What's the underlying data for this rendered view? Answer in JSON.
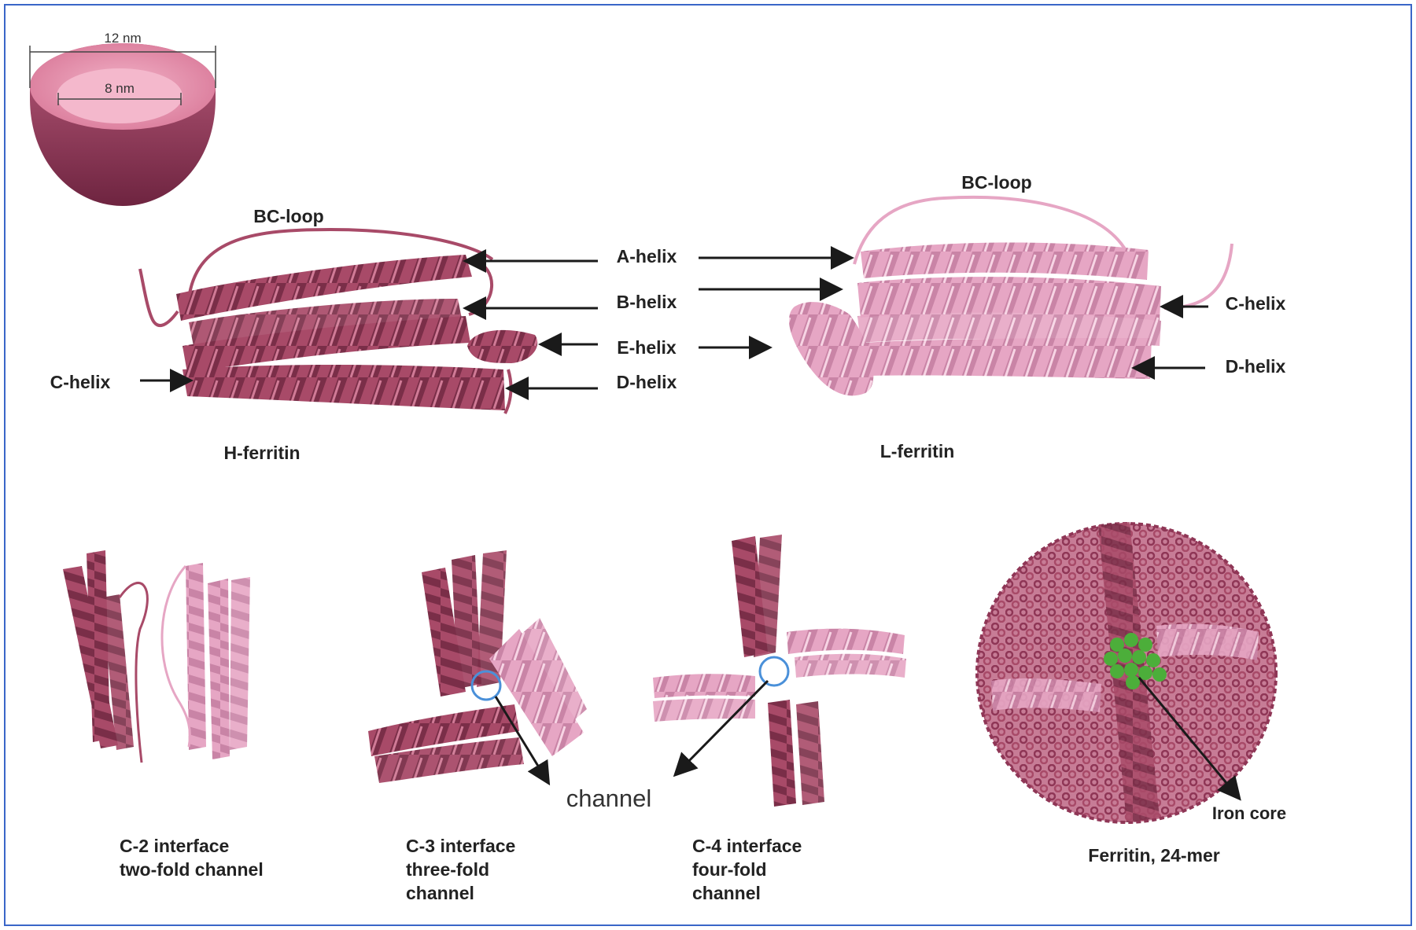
{
  "shell": {
    "diameter_outer": "12 nm",
    "diameter_inner": "8 nm"
  },
  "h_ferritin": {
    "title": "H-ferritin",
    "bc_loop": "BC-loop",
    "a_helix": "A-helix",
    "b_helix": "B-helix",
    "e_helix": "E-helix",
    "d_helix": "D-helix",
    "c_helix": "C-helix"
  },
  "l_ferritin": {
    "title": "L-ferritin",
    "bc_loop": "BC-loop",
    "c_helix": "C-helix",
    "d_helix": "D-helix"
  },
  "interfaces": {
    "c2": {
      "line1": "C-2 interface",
      "line2": "two-fold channel"
    },
    "c3": {
      "line1": "C-3 interface",
      "line2": "three-fold",
      "line3": "channel"
    },
    "c4": {
      "line1": "C-4 interface",
      "line2": "four-fold",
      "line3": "channel"
    },
    "channel_label": "channel"
  },
  "ferritin_24mer": {
    "title": "Ferritin, 24-mer",
    "iron_core": "Iron core"
  },
  "colors": {
    "h_chain": "#a84a68",
    "h_chain_dark": "#7a2e48",
    "l_chain": "#e6a6c4",
    "l_chain_dark": "#c984a6",
    "iron": "#4cae3a",
    "channel_ring": "#4a90d9",
    "frame": "#3a66c8"
  }
}
